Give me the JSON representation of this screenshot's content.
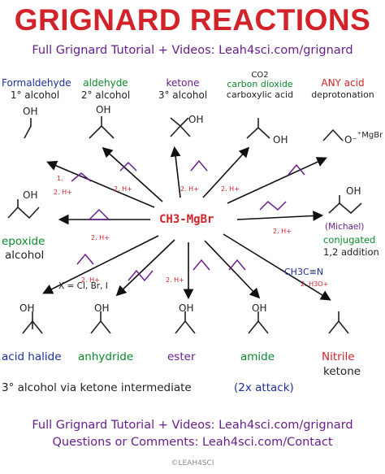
{
  "title": "GRIGNARD REACTIONS",
  "subtitle": "Full Grignard Tutorial + Videos: Leah4sci.com/grignard",
  "center_reagent": "CH3-MgBr",
  "top_labels": {
    "formaldehyde": "Formaldehyde",
    "primary_alcohol": "1° alcohol",
    "aldehyde": "aldehyde",
    "secondary_alcohol": "2° alcohol",
    "ketone": "ketone",
    "tertiary_alcohol": "3° alcohol",
    "carbon_dioxide": "carbon dioxide",
    "co2_formula": "CO2",
    "carboxylic_acid": "carboxylic acid",
    "any_acid": "ANY acid",
    "deprotonation": "deprotonation"
  },
  "left_labels": {
    "epoxide": "epoxide",
    "alcohol": "alcohol"
  },
  "right_labels": {
    "michael": "(Michael)",
    "conjugated": "conjugated",
    "addition": "1,2 addition"
  },
  "lower_labels": {
    "x_halides": "X = Cl, Br, I",
    "nitrile_formula": "CH3C≡N",
    "acid_halide": "acid halide",
    "anhydride": "anhydride",
    "ester": "ester",
    "amide": "amide",
    "nitrile": "Nitrile",
    "ketone": "ketone",
    "summary": "3° alcohol via ketone intermediate",
    "attack": "(2x attack)"
  },
  "product_oh": "OH",
  "product_o_minus": "O⁻",
  "product_mgbr": "⁺MgBr",
  "steps": {
    "one": "1.",
    "two": "2. H+",
    "h3o": "2. H3O+"
  },
  "footer": {
    "line1": "Full Grignard Tutorial + Videos: Leah4sci.com/grignard",
    "line2": "Questions or Comments: Leah4sci.com/Contact",
    "copyright": "©LEAH4SCI"
  },
  "colors": {
    "title": "#d2232a",
    "purple": "#6a1e8c",
    "green": "#0a8a2c",
    "blue": "#1c2f9c"
  }
}
